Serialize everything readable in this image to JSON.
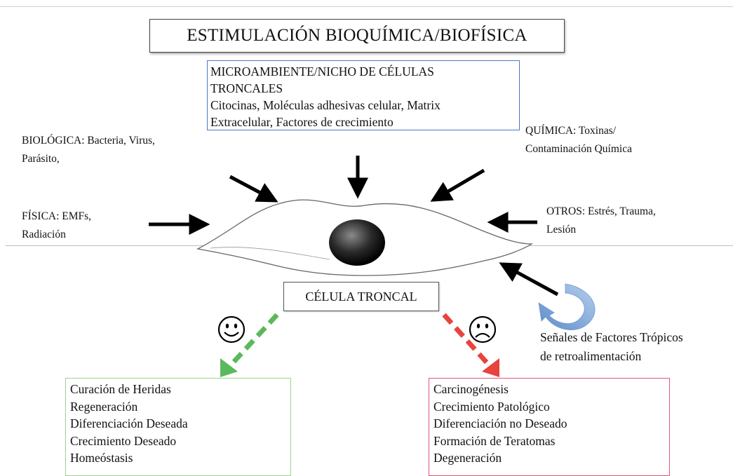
{
  "title": "ESTIMULACIÓN BIOQUÍMICA/BIOFÍSICA",
  "niche": {
    "lines": [
      "MICROAMBIENTE/NICHO DE CÉLULAS",
      "TRONCALES",
      "Citocinas, Moléculas adhesivas celular, Matrix",
      "Extracelular, Factores de crecimiento"
    ]
  },
  "biological": {
    "lines": [
      "BIOLÓGICA: Bacteria, Virus,",
      "Parásito,"
    ]
  },
  "chemical": {
    "lines": [
      "QUÍMICA: Toxinas/",
      "Contaminación Química"
    ]
  },
  "physical": {
    "lines": [
      "FÍSICA: EMFs,",
      "Radiación"
    ]
  },
  "others": {
    "lines": [
      "OTROS: Estrés, Trauma,",
      "Lesión"
    ]
  },
  "stem_cell": "CÉLULA TRONCAL",
  "feedback": {
    "lines": [
      "Señales de Factores Trópicos",
      "de retroalimentación"
    ]
  },
  "good_outcomes": [
    "Curación de Heridas",
    "Regeneración",
    "Diferenciación Deseada",
    "Crecimiento Deseado",
    "Homeóstasis"
  ],
  "bad_outcomes": [
    "Carcinogénesis",
    "Crecimiento Patológico",
    "Diferenciación no Deseado",
    "Formación de Teratomas",
    "Degeneración"
  ],
  "colors": {
    "good": "#5cb85c",
    "bad": "#e8433c",
    "feedback_arrow": "#7ea6d8",
    "niche_border": "#4a78c8",
    "good_border": "#9bd38f",
    "bad_border": "#e0557a"
  },
  "icons": {
    "good_face": "smiley-face-icon",
    "bad_face": "sad-face-icon"
  }
}
